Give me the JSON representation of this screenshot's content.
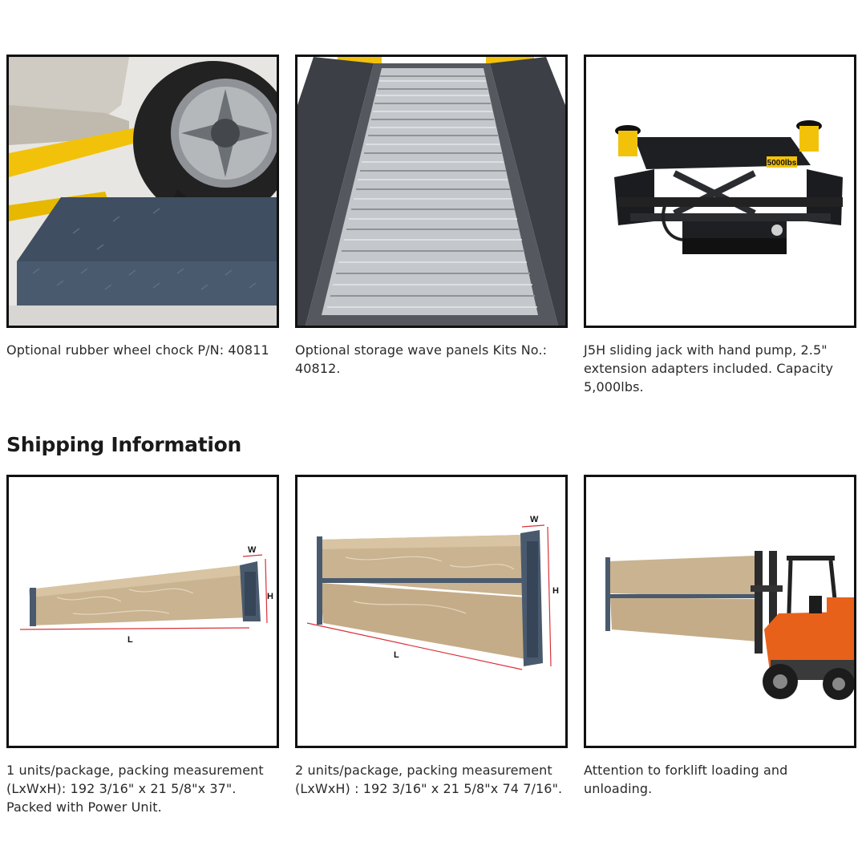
{
  "accessories": [
    {
      "caption": "Optional rubber wheel chock P/N: 40811",
      "image": "wheel-chock-photo"
    },
    {
      "caption": "Optional storage wave panels Kits No.: 40812.",
      "image": "wave-panels-photo"
    },
    {
      "caption": "J5H sliding jack with hand pump, 2.5\" extension adapters included. Capacity 5,000lbs.",
      "image": "sliding-jack-photo",
      "jack_label": "5000lbs"
    }
  ],
  "shipping": {
    "title": "Shipping Information",
    "items": [
      {
        "caption": "1 units/package, packing measurement (LxWxH): 192 3/16\" x 21 5/8\"x 37\". Packed with Power Unit.",
        "labels": {
          "w": "W",
          "h": "H",
          "l": "L"
        }
      },
      {
        "caption": "2 units/package, packing measurement (LxWxH) : 192 3/16\" x 21 5/8\"x 74 7/16\".",
        "labels": {
          "w": "W",
          "h": "H",
          "l": "L"
        }
      },
      {
        "caption": "Attention to forklift loading and unloading.",
        "labels": {}
      }
    ]
  },
  "colors": {
    "frame": "#111111",
    "yellow": "#f2c20a",
    "steel": "#4a5a6e",
    "box": "#c9b390",
    "forklift": "#e8611b",
    "dim_line": "#d9323a"
  }
}
